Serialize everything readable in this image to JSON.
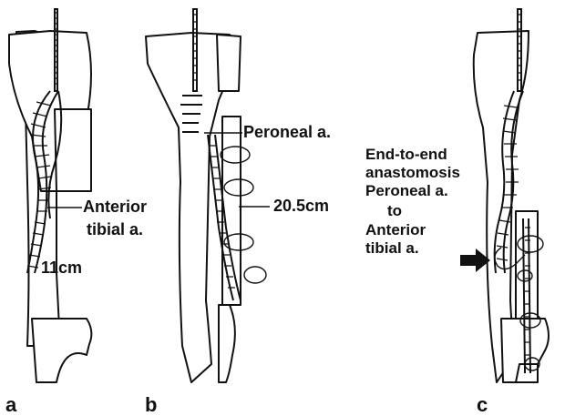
{
  "panels": {
    "a": {
      "letter": "a",
      "artery_label_1": "Anterior",
      "artery_label_2": "tibial a.",
      "length_label": "11cm"
    },
    "b": {
      "letter": "b",
      "artery_label": "Peroneal a.",
      "length_label": "20.5cm"
    },
    "c": {
      "letter": "c",
      "annotation": [
        "End-to-end",
        "anastomosis",
        "Peroneal a.",
        "to",
        "Anterior",
        "tibial a."
      ]
    }
  }
}
